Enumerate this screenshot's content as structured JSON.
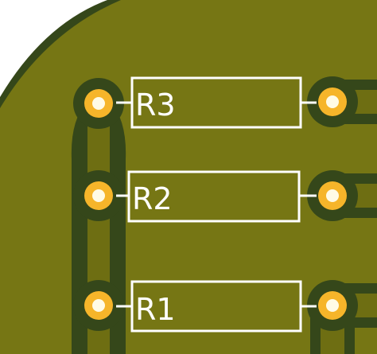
{
  "colors": {
    "background": "#ffffff",
    "board_copper_fill": "#767614",
    "clearance_dark": "#35471a",
    "trace": "#6a6a12",
    "pad_ring": "#f6b52a",
    "pad_hole": "#fffbe6",
    "silkscreen": "#ffffff"
  },
  "components": [
    {
      "ref": "R3",
      "label": "R3"
    },
    {
      "ref": "R2",
      "label": "R2"
    },
    {
      "ref": "R1",
      "label": "R1"
    }
  ]
}
